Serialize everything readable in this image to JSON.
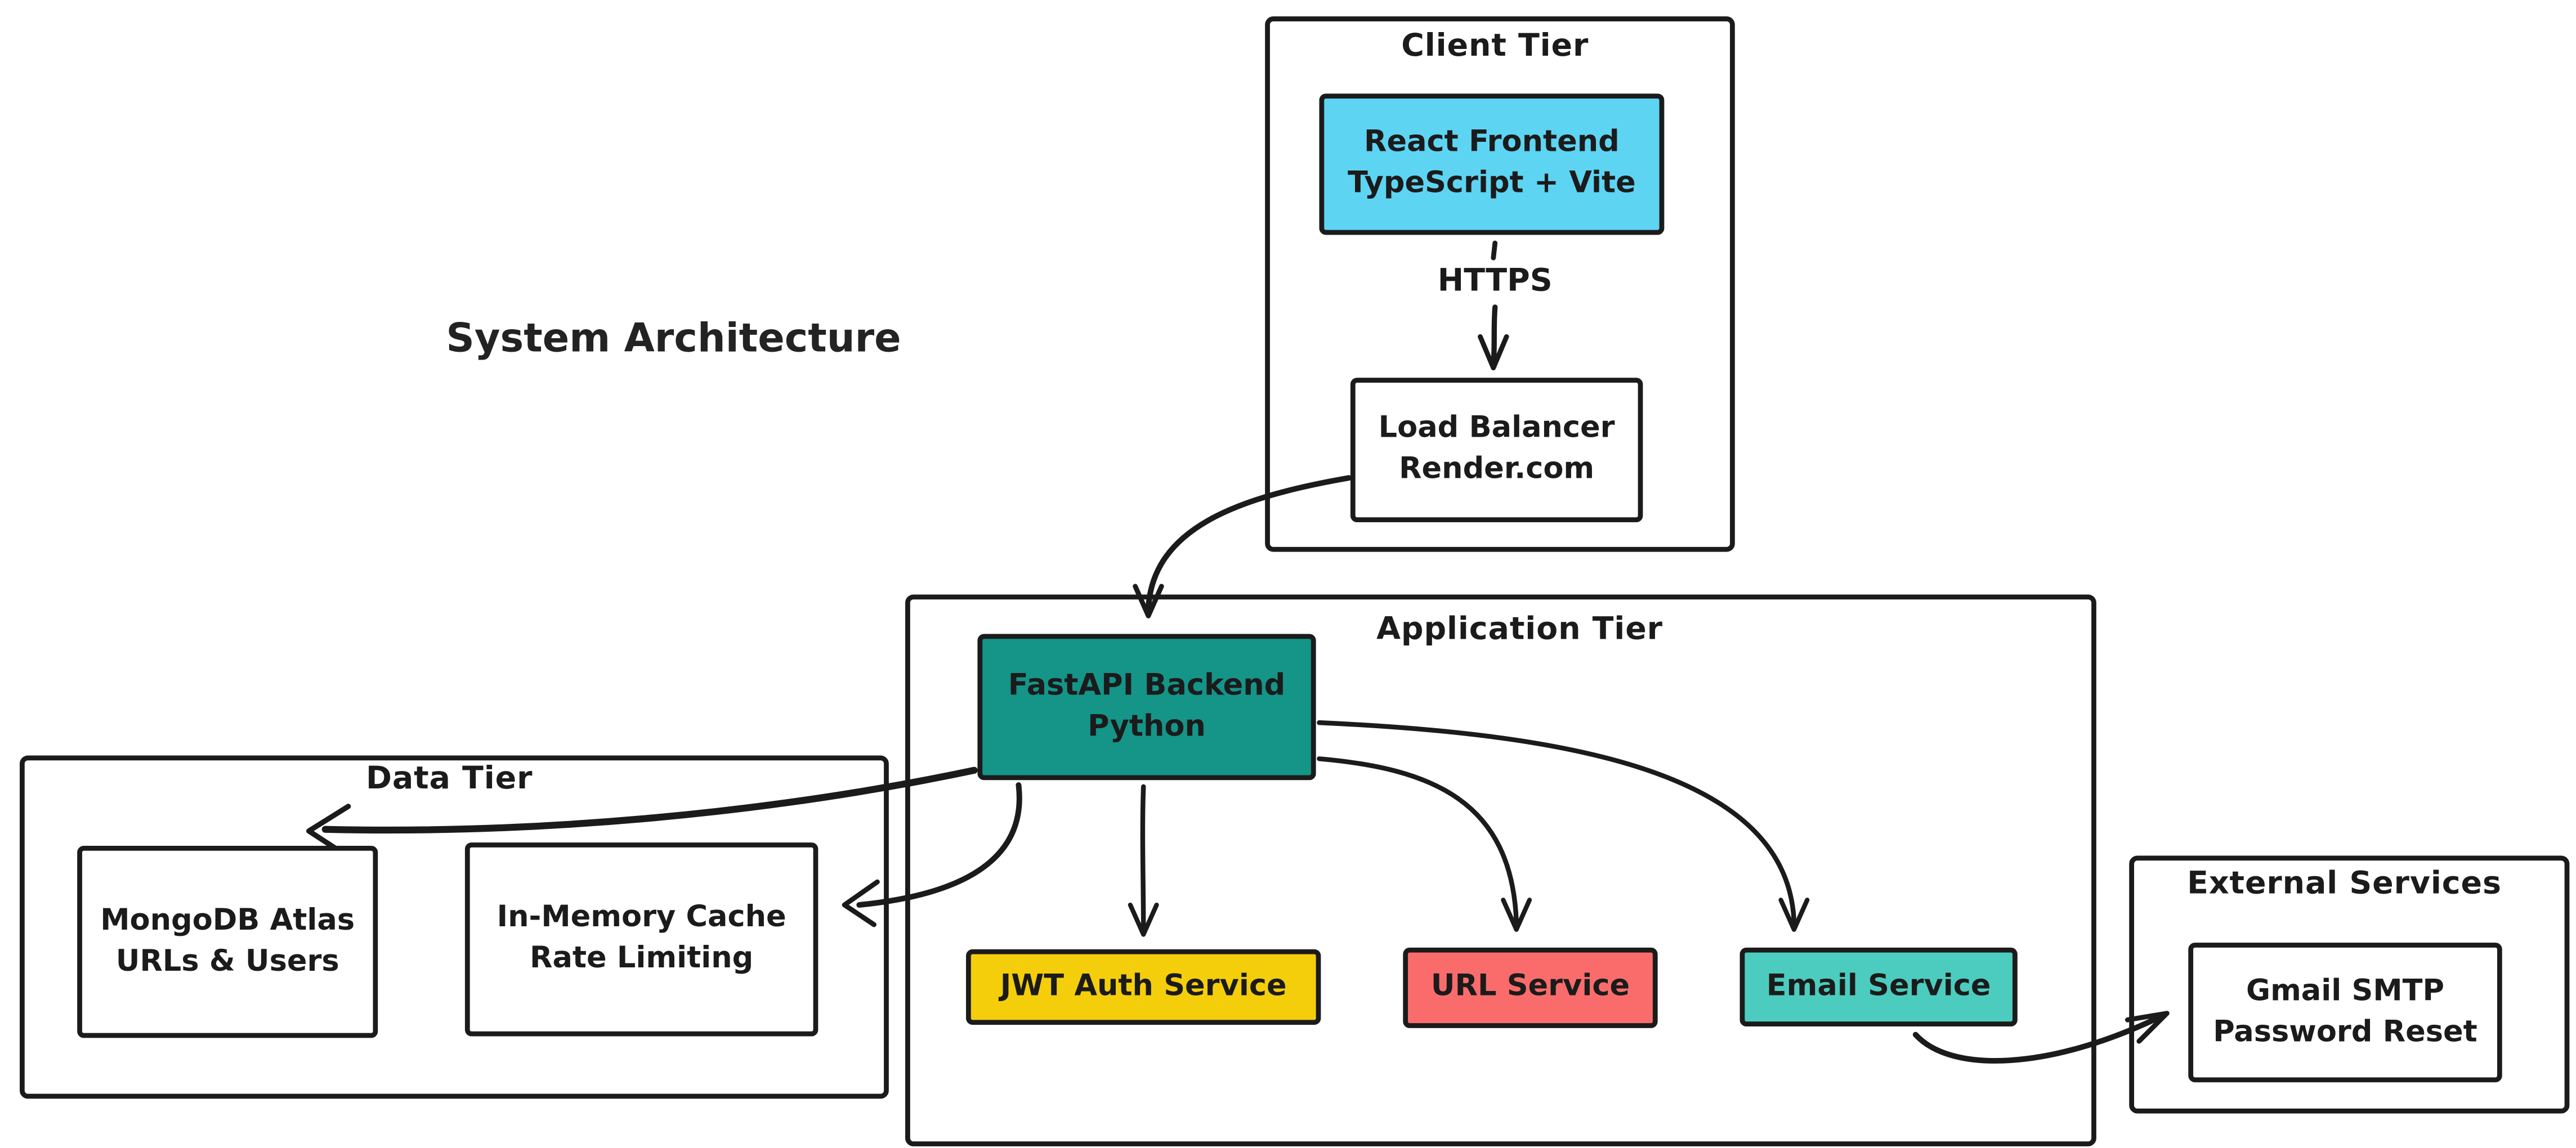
{
  "title": "System Architecture",
  "colors": {
    "ink": "#1b1b1b",
    "react_fill": "#5ed4f3",
    "fastapi_fill": "#159488",
    "jwt_fill": "#f5ce0b",
    "url_fill": "#fa6c6c",
    "email_fill": "#4cccbe",
    "plain_node_fill": "#ffffff"
  },
  "client_tier": {
    "label": "Client Tier",
    "react_frontend": {
      "line1": "React Frontend",
      "line2": "TypeScript + Vite"
    },
    "https_label": "HTTPS",
    "load_balancer": {
      "line1": "Load Balancer",
      "line2": "Render.com"
    }
  },
  "application_tier": {
    "label": "Application Tier",
    "fastapi": {
      "line1": "FastAPI Backend",
      "line2": "Python"
    },
    "jwt_auth": {
      "label": "JWT Auth Service"
    },
    "url_service": {
      "label": "URL Service"
    },
    "email_service": {
      "label": "Email Service"
    }
  },
  "data_tier": {
    "label": "Data Tier",
    "mongodb": {
      "line1": "MongoDB Atlas",
      "line2": "URLs & Users"
    },
    "cache": {
      "line1": "In-Memory Cache",
      "line2": "Rate Limiting"
    }
  },
  "external_services": {
    "label": "External Services",
    "gmail": {
      "line1": "Gmail SMTP",
      "line2": "Password Reset"
    }
  },
  "connections": [
    {
      "from": "react-frontend",
      "to": "load-balancer",
      "label": "HTTPS"
    },
    {
      "from": "load-balancer",
      "to": "fastapi-backend",
      "label": ""
    },
    {
      "from": "fastapi-backend",
      "to": "mongodb-atlas",
      "label": ""
    },
    {
      "from": "fastapi-backend",
      "to": "in-memory-cache",
      "label": ""
    },
    {
      "from": "fastapi-backend",
      "to": "jwt-auth-service",
      "label": ""
    },
    {
      "from": "fastapi-backend",
      "to": "url-service",
      "label": ""
    },
    {
      "from": "fastapi-backend",
      "to": "email-service",
      "label": ""
    },
    {
      "from": "email-service",
      "to": "gmail-smtp",
      "label": ""
    }
  ]
}
